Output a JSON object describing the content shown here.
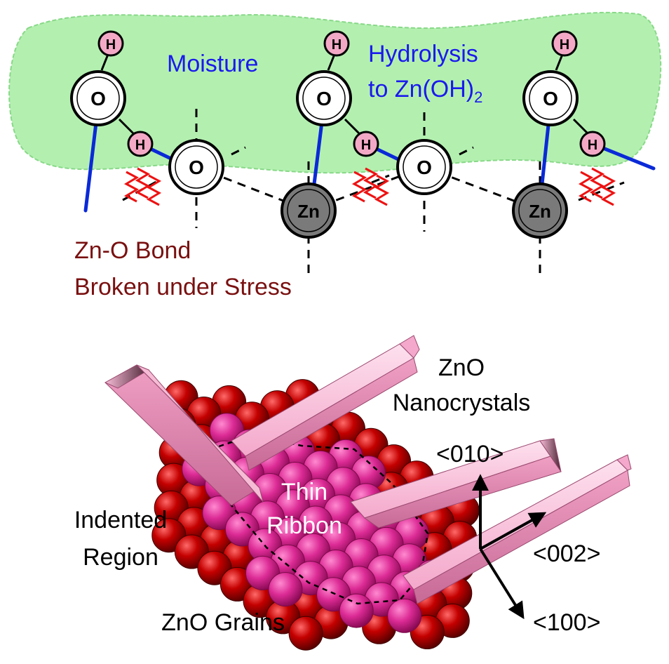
{
  "top_panel": {
    "moisture_label": "Moisture",
    "hydrolysis_line1": "Hydrolysis",
    "hydrolysis_line2_prefix": "to Zn(OH)",
    "hydrolysis_line2_sub": "2",
    "bond_line1": "Zn-O Bond",
    "bond_line2": "Broken under Stress",
    "atom_H": "H",
    "atom_O": "O",
    "atom_Zn": "Zn"
  },
  "bottom_panel": {
    "nanocrystals_line1": "ZnO",
    "nanocrystals_line2": "Nanocrystals",
    "axis_010": "<010>",
    "axis_002": "<002>",
    "axis_100": "<100>",
    "ribbon_line1": "Thin",
    "ribbon_line2": "Ribbon",
    "indented_line1": "Indented",
    "indented_line2": "Region",
    "grains_label": "ZnO Grains"
  },
  "colors": {
    "moisture_fill": "#b3f0b0",
    "label_blue": "#1a1aee",
    "label_darkred": "#7a1010",
    "zigzag_red": "#ee1111",
    "bond_blue": "#0a2ad8",
    "zn_gray": "#7a7a7a",
    "h_pink": "#f3a9c6",
    "grain_red": "#b00000",
    "ribbon_magenta": "#d81f8e",
    "rod_pink": "#f6b3d2"
  }
}
